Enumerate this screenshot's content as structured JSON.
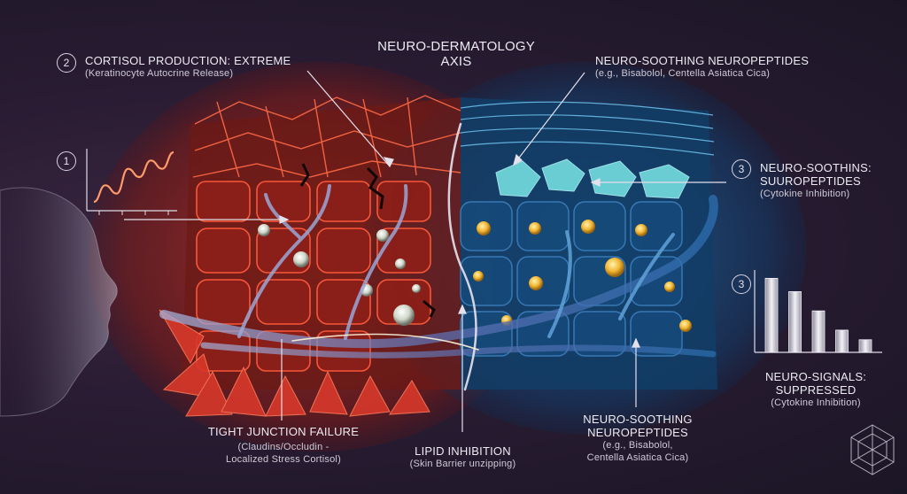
{
  "title": {
    "line1": "NEURO-DERMATOLOGY",
    "line2": "AXIS"
  },
  "labels": {
    "cortisol": {
      "number": "2",
      "heading": "CORTISOL PRODUCTION: EXTREME",
      "sub": "(Keratinocyte Autocrine Release)"
    },
    "graph_number": "1",
    "soothing_top": {
      "heading": "NEURO-SOOTHING NEUROPEPTIDES",
      "sub": "(e.g., Bisabolol, Centella Asiatica Cica)"
    },
    "soothins": {
      "number": "3",
      "heading1": "NEURO-SOOTHINS:",
      "heading2": "SUUROPEPTIDES",
      "sub": "(Cytokine Inhibition)"
    },
    "suppressed": {
      "number": "3",
      "heading": "NEURO-SIGNALS: SUPPRESSED",
      "sub": "(Cytokine Inhibition)"
    },
    "tight_junction": {
      "heading": "TIGHT JUNCTION FAILURE",
      "sub1": "(Claudins/Occludin -",
      "sub2": "Localized Stress Cortisol)"
    },
    "lipid": {
      "heading": "LIPID INHIBITION",
      "sub": "(Skin Barrier unzipping)"
    },
    "soothing_bottom": {
      "heading1": "NEURO-SOOTHING",
      "heading2": "NEUROPEPTIDES",
      "sub1": "(e.g., Bisabolol,",
      "sub2": "Centella Asiatica Cica)"
    }
  },
  "colors": {
    "stress": "#e8432a",
    "calm": "#2f8fd0",
    "gold": "#f2b632",
    "text": "#ecebf2"
  },
  "chart_data": [
    {
      "type": "line",
      "values": [
        1,
        3,
        2,
        5,
        4,
        6,
        5,
        7
      ],
      "x": [
        1,
        2,
        3,
        4,
        5,
        6,
        7,
        8
      ],
      "grid": false,
      "axes": "unlabeled"
    },
    {
      "type": "bar",
      "values": [
        10,
        8.2,
        5.6,
        3.0,
        1.7
      ],
      "ylim": [
        0,
        11
      ],
      "grid": false,
      "axes": "unlabeled"
    }
  ]
}
